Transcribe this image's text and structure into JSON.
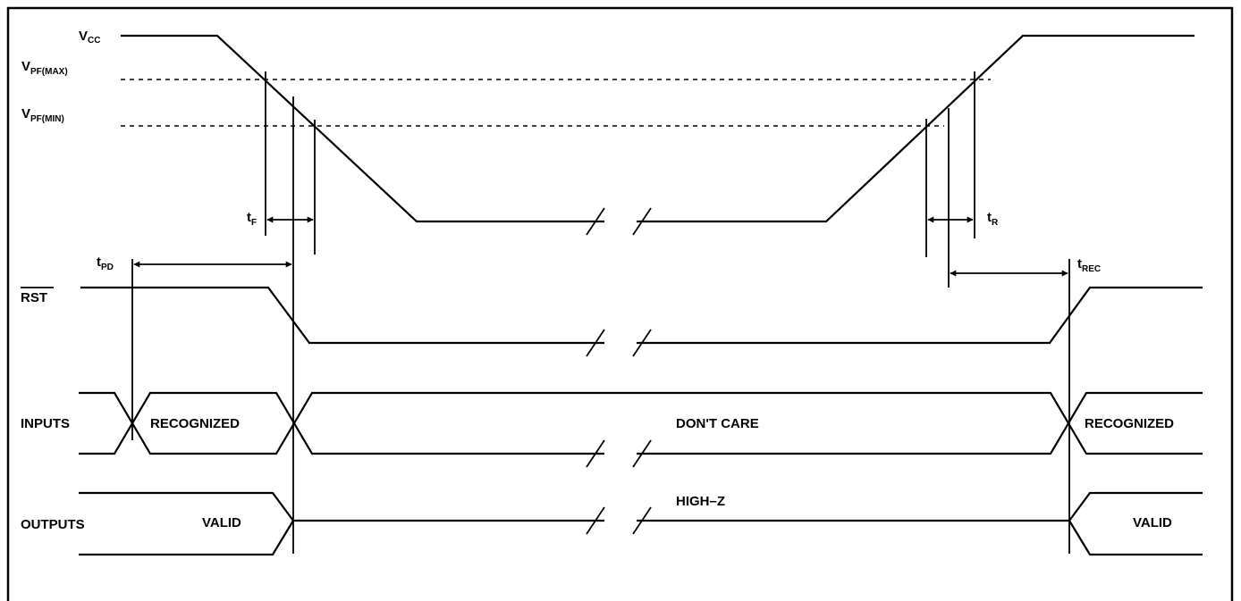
{
  "signals": {
    "vcc": {
      "main": "V",
      "sub": "CC"
    },
    "vpf_max": {
      "main": "V",
      "sub": "PF(MAX)"
    },
    "vpf_min": {
      "main": "V",
      "sub": "PF(MIN)"
    },
    "rst": "RST",
    "inputs": "INPUTS",
    "outputs": "OUTPUTS"
  },
  "timing": {
    "tf": {
      "main": "t",
      "sub": "F"
    },
    "tr": {
      "main": "t",
      "sub": "R"
    },
    "tpd": {
      "main": "t",
      "sub": "PD"
    },
    "trec": {
      "main": "t",
      "sub": "REC"
    }
  },
  "states": {
    "recognized_left": "RECOGNIZED",
    "dont_care": "DON'T CARE",
    "recognized_right": "RECOGNIZED",
    "valid_left": "VALID",
    "high_z": "HIGH–Z",
    "valid_right": "VALID"
  }
}
